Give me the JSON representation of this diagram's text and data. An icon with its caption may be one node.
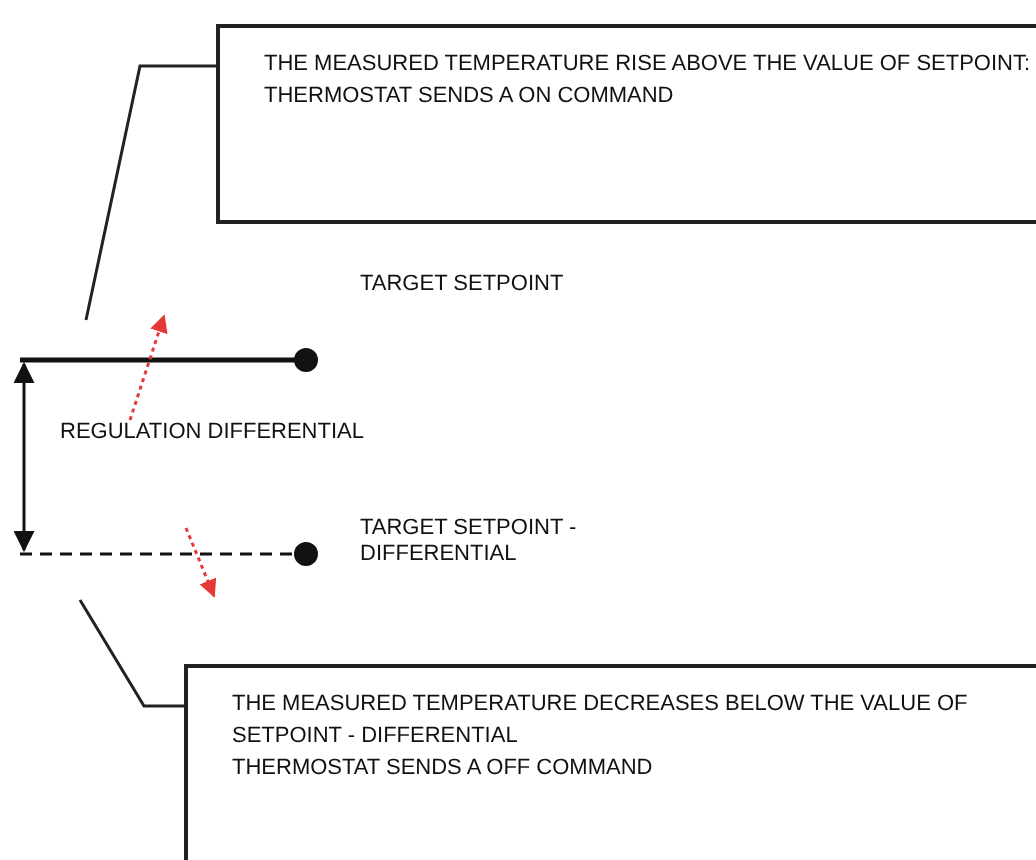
{
  "diagram": {
    "nodes": [
      {
        "text": [
          "THE MEASURED TEMPERATURE RISE ABOVE THE VALUE OF SETPOINT:",
          "THERMOSTAT SENDS A ON COMMAND"
        ]
      },
      {
        "text": [
          "THE MEASURED TEMPERATURE DECREASES BELOW THE VALUE OF SETPOINT - DIFFERENTIAL",
          "THERMOSTAT SENDS A OFF COMMAND"
        ]
      }
    ],
    "edges": [
      {
        "from": 0,
        "to": null,
        "arrow": "none"
      },
      {
        "from": 1,
        "to": null,
        "arrow": "none"
      }
    ],
    "labels": [
      "TARGET SETPOINT",
      "REGULATION DIFFERENTIAL",
      "TARGET SETPOINT - DIFFERENTIAL"
    ]
  }
}
